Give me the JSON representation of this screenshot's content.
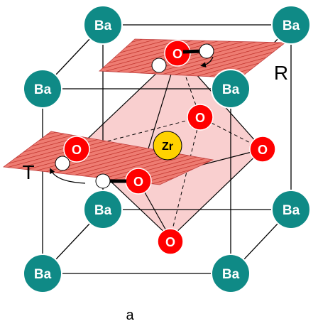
{
  "labels": {
    "ba": "Ba",
    "o": "O",
    "zr": "Zr",
    "plane_r": "R",
    "plane_t": "T",
    "caption": "a"
  },
  "colors": {
    "ba_fill": "#0f8a86",
    "o_fill": "#ff0000",
    "zr_fill": "#ffd200",
    "h_fill": "#ffffff",
    "octahedron_fill": "#f9cfcf",
    "plane_fill": "#ee7c72",
    "plane_hatch": "#b8261f",
    "cube_edge": "#000000"
  },
  "icons": {
    "ba_atom": "circle-teal",
    "o_atom": "circle-red",
    "zr_atom": "circle-yellow",
    "h_atom": "circle-white"
  }
}
